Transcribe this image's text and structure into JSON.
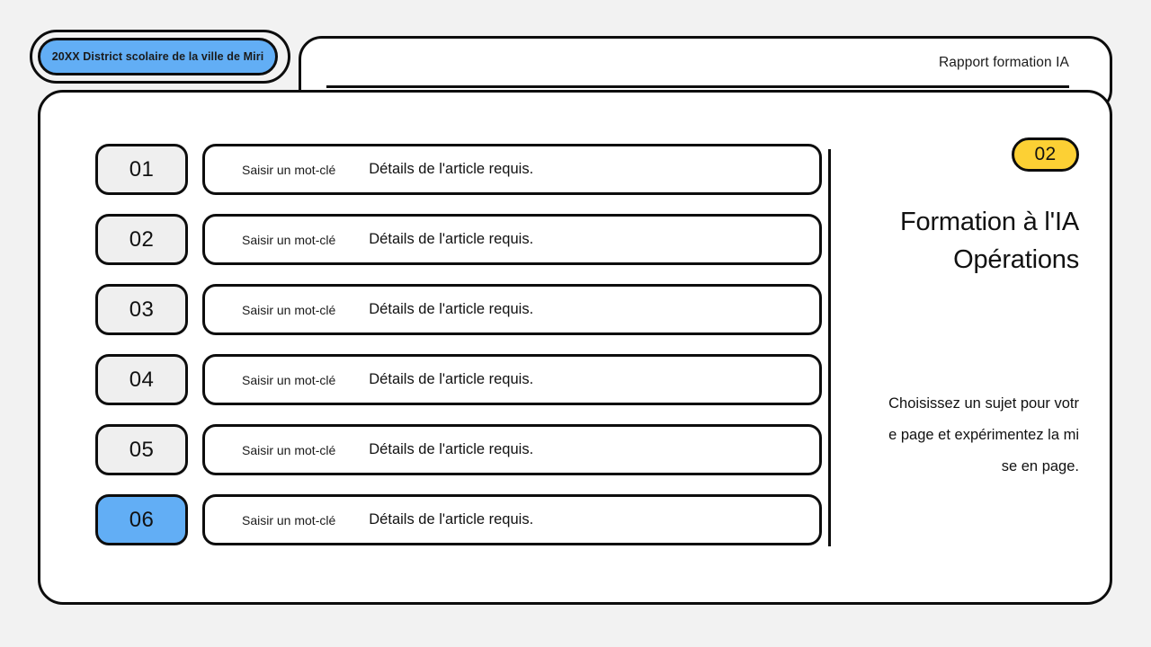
{
  "tab": {
    "label": "20XX District scolaire de la ville de Miri"
  },
  "header": {
    "title": "Rapport formation IA"
  },
  "list": {
    "rows": [
      {
        "number": "01",
        "keyword": "Saisir un mot-clé",
        "detail": "Détails de l'article requis.",
        "highlighted": false
      },
      {
        "number": "02",
        "keyword": "Saisir un mot-clé",
        "detail": "Détails de l'article requis.",
        "highlighted": false
      },
      {
        "number": "03",
        "keyword": "Saisir un mot-clé",
        "detail": "Détails de l'article requis.",
        "highlighted": false
      },
      {
        "number": "04",
        "keyword": "Saisir un mot-clé",
        "detail": "Détails de l'article requis.",
        "highlighted": false
      },
      {
        "number": "05",
        "keyword": "Saisir un mot-clé",
        "detail": "Détails de l'article requis.",
        "highlighted": false
      },
      {
        "number": "06",
        "keyword": "Saisir un mot-clé",
        "detail": "Détails de l'article requis.",
        "highlighted": true
      }
    ]
  },
  "right_panel": {
    "badge": "02",
    "title": "Formation à l'IA Opérations",
    "description": "Choisissez un sujet pour votre page et expérimentez la mise en page."
  },
  "colors": {
    "accent_blue": "#62aef5",
    "accent_yellow": "#fcd034",
    "outline": "#0d0d0d",
    "box_gray": "#efefef",
    "page_background": "#f2f2f2",
    "card_background": "#ffffff"
  }
}
